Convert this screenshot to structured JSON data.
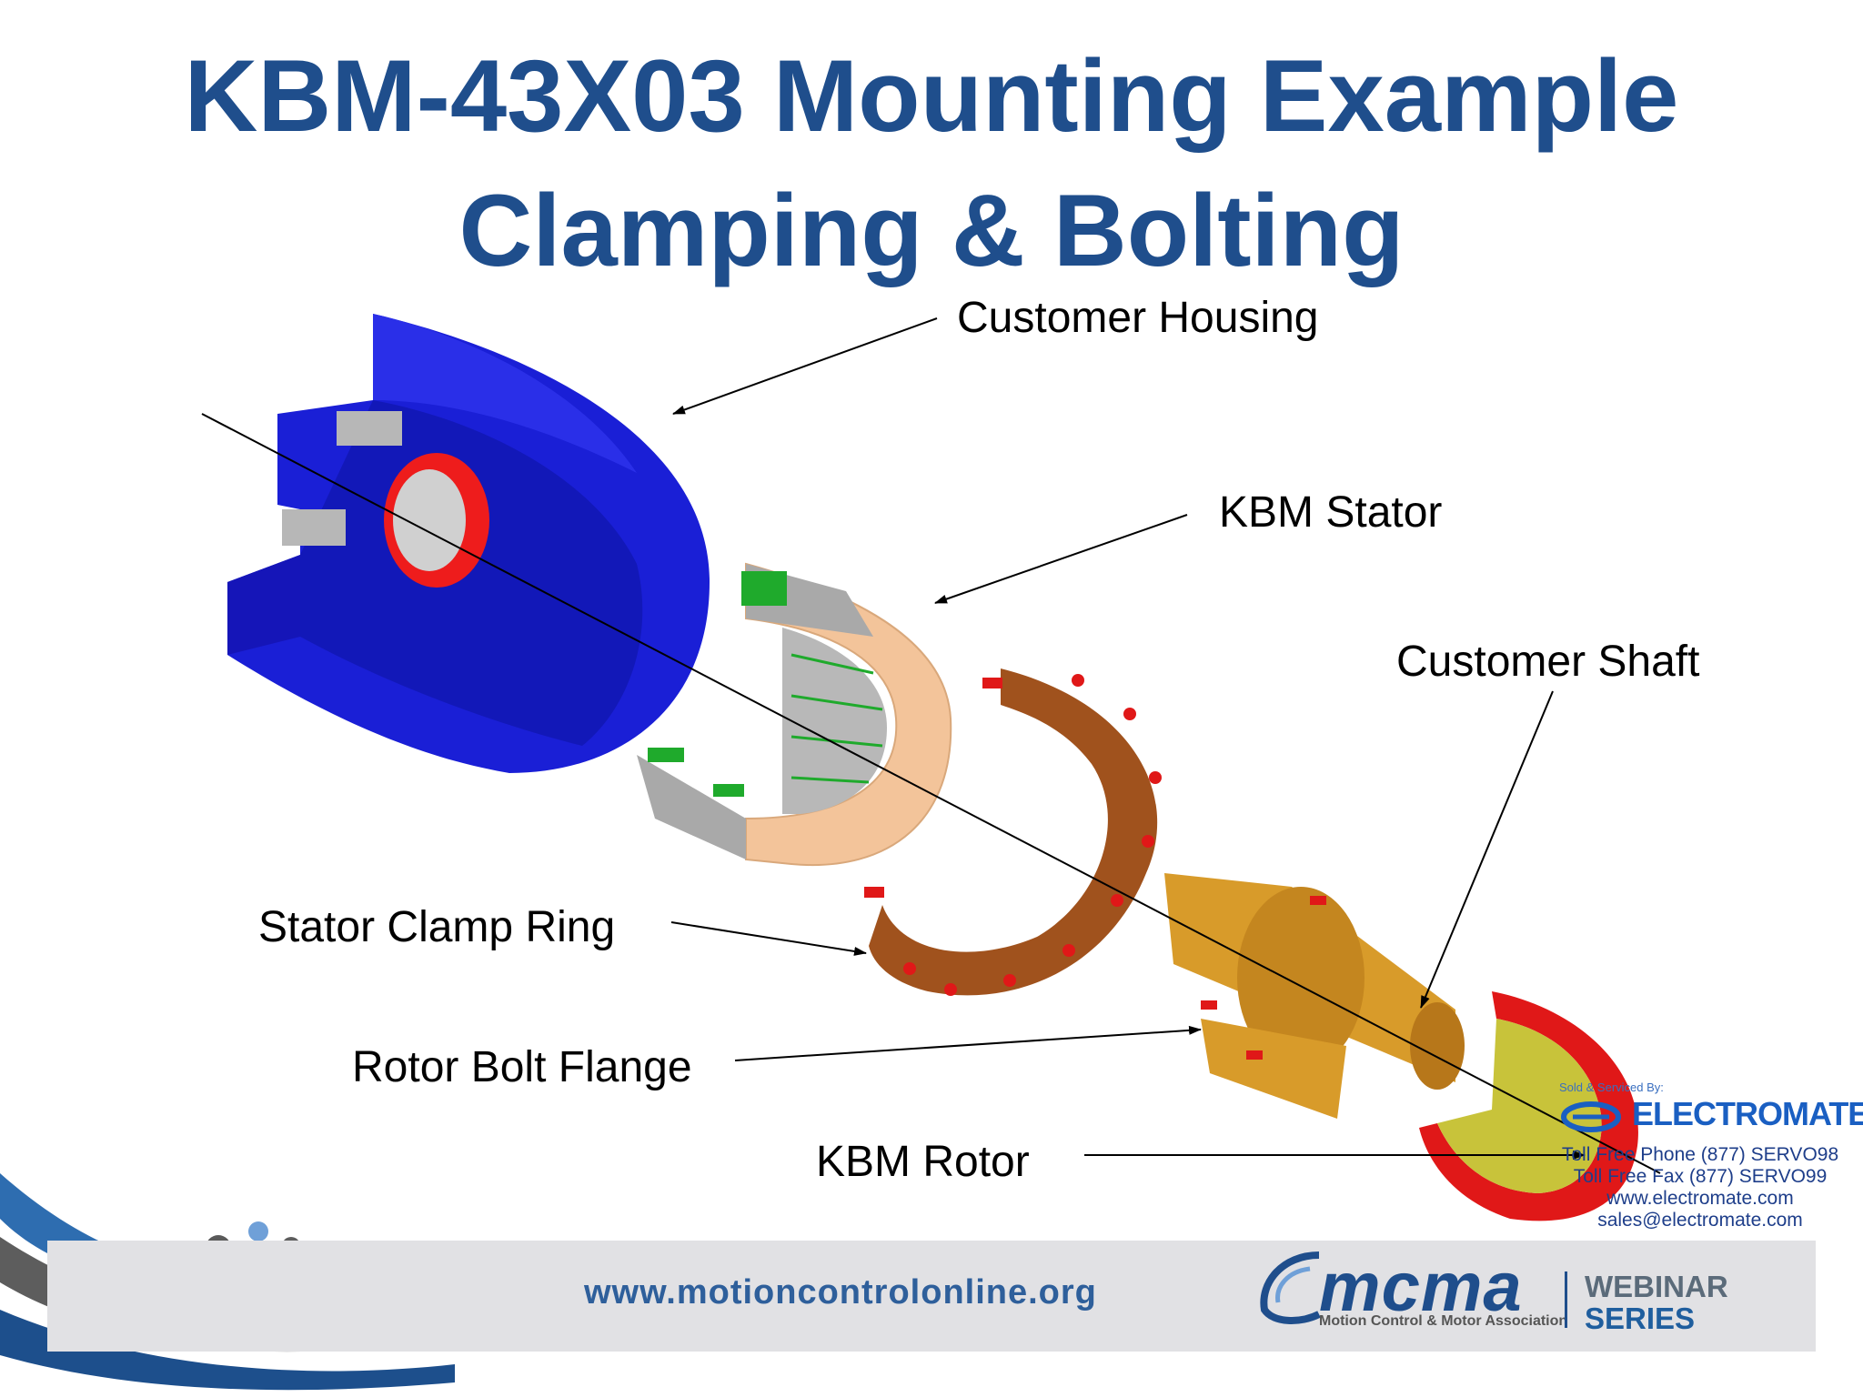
{
  "title": {
    "line1": "KBM-43X03 Mounting Example",
    "line2": "Clamping & Bolting"
  },
  "callouts": {
    "customer_housing": "Customer Housing",
    "kbm_stator": "KBM Stator",
    "customer_shaft": "Customer Shaft",
    "stator_clamp_ring": "Stator Clamp Ring",
    "rotor_bolt_flange": "Rotor Bolt Flange",
    "kbm_rotor": "KBM Rotor"
  },
  "dealer": {
    "sold_by": "Sold & Serviced By:",
    "brand": "ELECTROMATE",
    "phone": "Toll Free Phone  (877) SERVO98",
    "fax": "Toll Free Fax  (877) SERVO99",
    "web": "www.electromate.com",
    "email": "sales@electromate.com"
  },
  "footer": {
    "url": "www.motioncontrolonline.org",
    "org_short": "mcma",
    "org_full": "Motion Control & Motor Association",
    "series_line1": "WEBINAR",
    "series_line2": "SERIES"
  },
  "colors": {
    "title": "#1f4e8c",
    "housing": "#1a1fd6",
    "housing_dark": "#0d12a0",
    "bearing_red": "#ee1c1c",
    "stator_face": "#f3c49a",
    "stator_grey": "#a9a9a9",
    "winding_green": "#1faa2c",
    "clamp_ring": "#a0521d",
    "shaft": "#d89b2a",
    "rotor_yellow": "#c8c33a",
    "rotor_red": "#e01818"
  }
}
